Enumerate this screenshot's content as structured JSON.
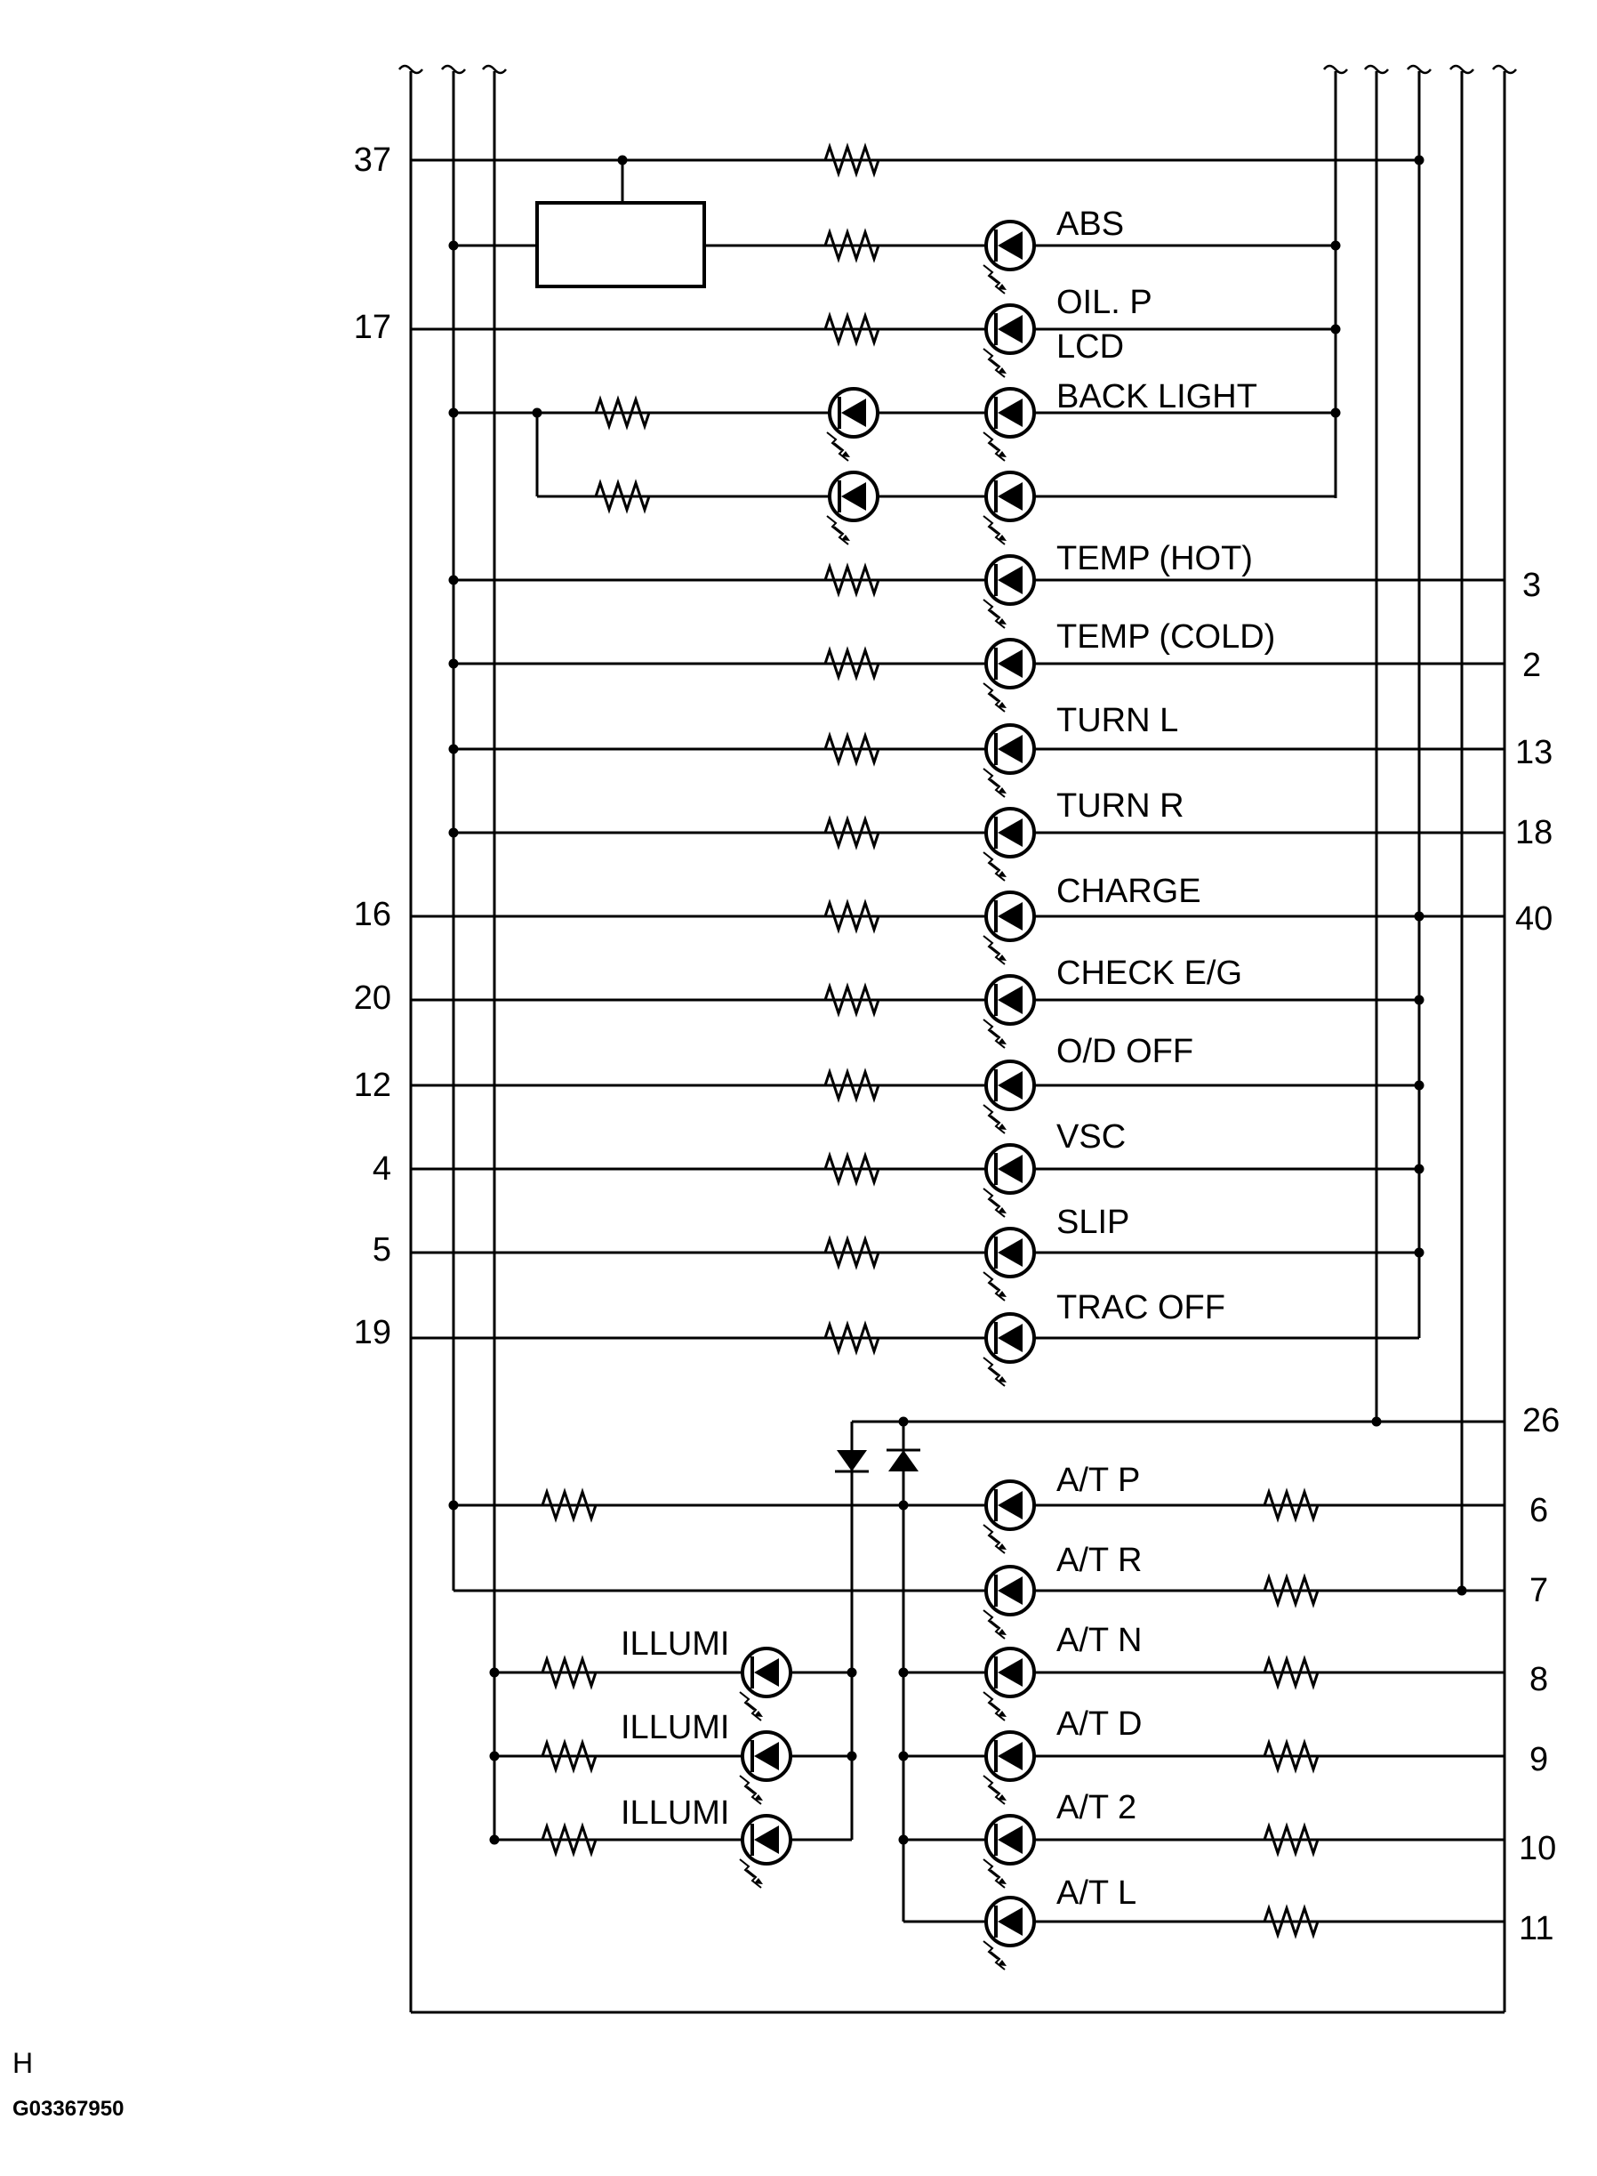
{
  "diagram": {
    "left_pins": [
      "37",
      "17",
      "16",
      "20",
      "12",
      "4",
      "5",
      "19"
    ],
    "right_pins": [
      "3",
      "2",
      "13",
      "18",
      "40",
      "26",
      "6",
      "7",
      "8",
      "9",
      "10",
      "11"
    ],
    "indicator_labels": {
      "abs": "ABS",
      "oil_p": "OIL. P",
      "lcd": "LCD",
      "back_light": "BACK LIGHT",
      "temp_hot": "TEMP (HOT)",
      "temp_cold": "TEMP (COLD)",
      "turn_l": "TURN L",
      "turn_r": "TURN R",
      "charge": "CHARGE",
      "check_eg": "CHECK E/G",
      "od_off": "O/D OFF",
      "vsc": "VSC",
      "slip": "SLIP",
      "trac_off": "TRAC OFF",
      "at_p": "A/T P",
      "at_r": "A/T R",
      "at_n": "A/T N",
      "at_d": "A/T D",
      "at_2": "A/T 2",
      "at_l": "A/T L",
      "illumi": "ILLUMI"
    }
  },
  "footer": {
    "letter": "H",
    "code": "G03367950"
  }
}
